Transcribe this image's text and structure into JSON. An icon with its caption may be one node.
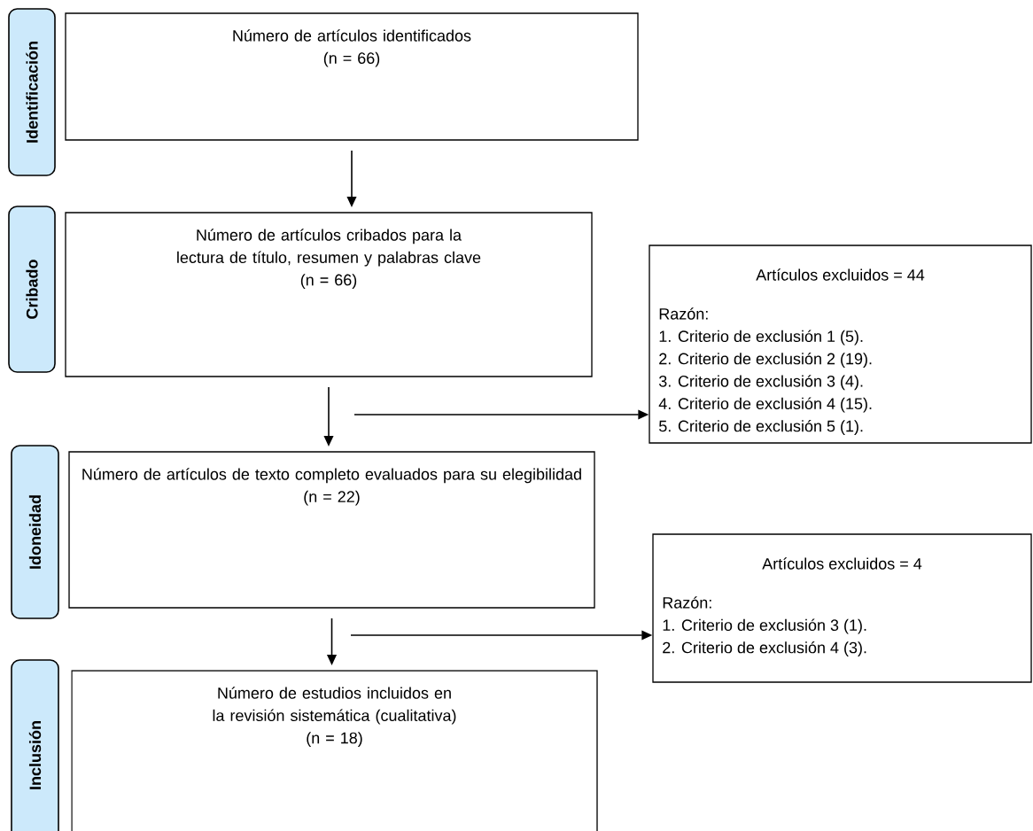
{
  "diagram": {
    "nodes": [
      {
        "text": [
          "Identificación"
        ]
      },
      {
        "text": [
          "Número de artículos identificados",
          "(n = 66)"
        ]
      },
      {
        "text": [
          "Cribado"
        ]
      },
      {
        "text": [
          "Número de artículos cribados para la lectura de título, resumen y palabras clave",
          "(n = 66)"
        ]
      },
      {
        "text": [
          "Artículos excluidos = 44",
          "Razón:",
          "1. Criterio de exclusión 1 (5).",
          "2. Criterio de exclusión 2 (19).",
          "3. Criterio de exclusión 3 (4).",
          "4. Criterio de exclusión 4 (15).",
          "5. Criterio de exclusión 5 (1)."
        ]
      },
      {
        "text": [
          "Idoneidad"
        ]
      },
      {
        "text": [
          "Número de artículos de texto completo evaluados para su elegibilidad",
          "(n = 22)"
        ]
      },
      {
        "text": [
          "Artículos excluidos = 4",
          "Razón:",
          "1. Criterio de exclusión 3 (1).",
          "2. Criterio de exclusión 4 (3)."
        ]
      },
      {
        "text": [
          "Inclusión"
        ]
      },
      {
        "text": [
          "Número de estudios incluidos en la revisión sistemática (cualitativa)",
          "(n = 18)"
        ]
      }
    ],
    "edges": [
      {
        "from": 1,
        "to": 3,
        "arrow": "to"
      },
      {
        "from": 3,
        "to": 6,
        "arrow": "to"
      },
      {
        "from": null,
        "to": 4,
        "arrow": "to"
      },
      {
        "from": 6,
        "to": 9,
        "arrow": "to"
      },
      {
        "from": null,
        "to": 7,
        "arrow": "to"
      }
    ]
  }
}
